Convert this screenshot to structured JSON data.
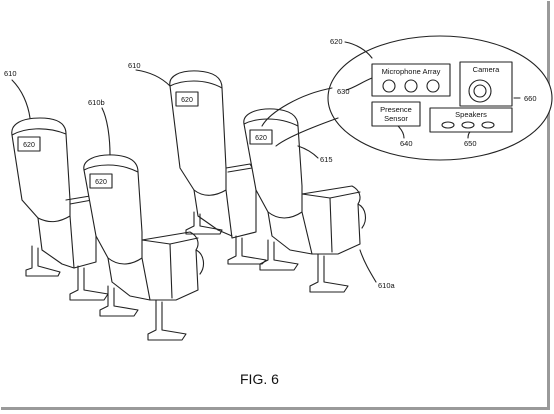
{
  "figure": {
    "caption": "FIG. 6",
    "refs": {
      "r610_left": "610",
      "r610_mid": "610",
      "r610b": "610b",
      "r620_top": "620",
      "r630": "630",
      "r640": "640",
      "r650": "650",
      "r660": "660",
      "r615": "615",
      "r610a": "610a"
    },
    "seat_screens": {
      "s1": "620",
      "s2": "620",
      "s3": "620",
      "s4": "620"
    },
    "components": {
      "microphone_array": "Microphone Array",
      "camera": "Camera",
      "presence_sensor_line1": "Presence",
      "presence_sensor_line2": "Sensor",
      "speakers": "Speakers"
    }
  }
}
